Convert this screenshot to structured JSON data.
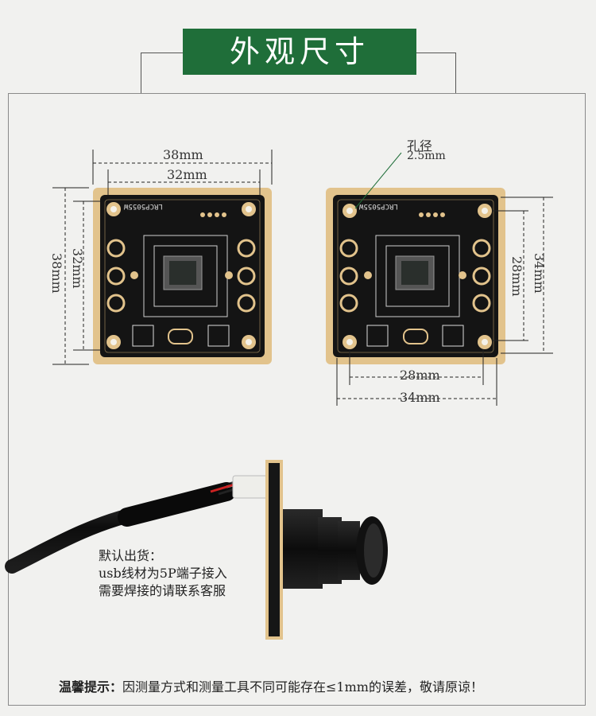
{
  "title": "外观尺寸",
  "left_board": {
    "label": "LRCP5055W",
    "dim_outer_w": "38mm",
    "dim_inner_w": "32mm",
    "dim_outer_h": "38mm",
    "dim_inner_h": "32mm"
  },
  "right_board": {
    "label": "LRCP5055W",
    "hole_label": "孔径",
    "hole_size": "2.5mm",
    "dim_inner_w": "28mm",
    "dim_outer_w": "34mm",
    "dim_inner_h": "28mm",
    "dim_outer_h": "34mm"
  },
  "shipping_note": {
    "line1": "默认出货：",
    "line2": "usb线材为5P端子接入",
    "line3": "需要焊接的请联系客服"
  },
  "footer": {
    "prefix": "温馨提示：",
    "text": "因测量方式和测量工具不同可能存在≤1mm的误差，敬请原谅！"
  },
  "colors": {
    "title_bg": "#1f6e39",
    "pcb_black": "#141414",
    "pcb_gold": "#e2c38c"
  }
}
